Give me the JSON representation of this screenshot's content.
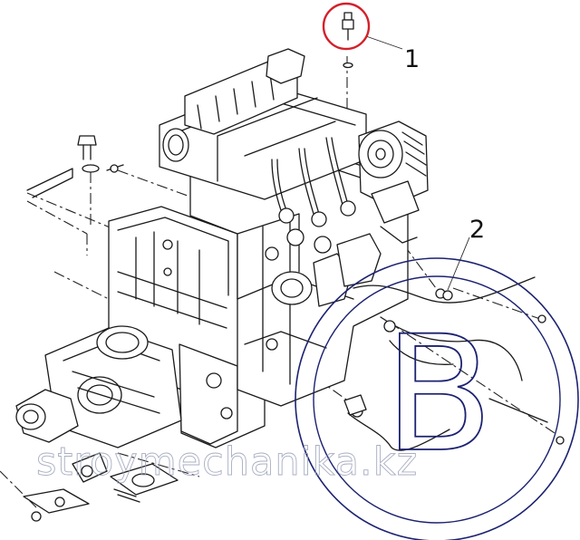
{
  "callouts": [
    {
      "id": "1",
      "text": "1"
    },
    {
      "id": "2",
      "text": "2"
    }
  ],
  "watermark": {
    "logo_letter": "B",
    "site_text": "stroymechanika.kz",
    "color": "#1c2270"
  },
  "colors": {
    "highlight_circle": "#d4202a",
    "line_art": "#1a1a1a"
  }
}
